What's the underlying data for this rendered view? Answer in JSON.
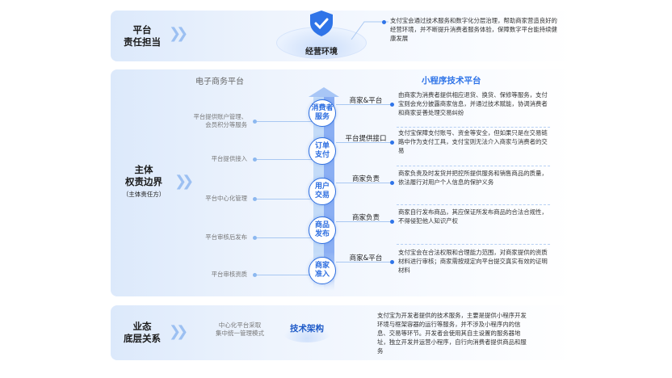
{
  "top": {
    "label_line1": "平台",
    "label_line2": "责任担当",
    "center_title": "经营环境",
    "description": "支付宝会通过技术服务和数字化分层治理，帮助商家营造良好的经营环境，并不断提升消费者服务体验，保障数字平台能持续健康发展"
  },
  "middle": {
    "label_line1": "主体",
    "label_line2": "权责边界",
    "label_sub": "（主体责任方）",
    "left_title": "电子商务平台",
    "right_title": "小程序技术平台",
    "rows": [
      {
        "left": "平台提供账户管理、会员积分等服务",
        "node_line1": "消费者",
        "node_line2": "服务",
        "role": "商家&平台",
        "desc": "由商家为消费者提供相应退货、换货、保修等服务，支付宝则会充分披露商家信息，并通过技术赋能，协调消费者和商家妥善处理交易纠纷"
      },
      {
        "left": "平台提供接入",
        "node_line1": "订单",
        "node_line2": "支付",
        "role": "平台提供接口",
        "desc": "支付宝保障支付账号、资金等安全，但如果只是在交易链路中作为支付工具，支付宝则无法介入商家与消费者的交易"
      },
      {
        "left": "平台中心化管理",
        "node_line1": "用户",
        "node_line2": "交易",
        "role": "商家负责",
        "desc": "商家负责及时发货并把控所提供服务和销售商品的质量，依法履行对用户个人信息的保护义务"
      },
      {
        "left": "平台审核后发布",
        "node_line1": "商品",
        "node_line2": "发布",
        "role": "商家负责",
        "desc": "商家自行发布商品，其应保证所发布商品的合法合规性，不得侵犯他人知识产权"
      },
      {
        "left": "平台审核资质",
        "node_line1": "商家",
        "node_line2": "准入",
        "role": "商家&平台",
        "desc": "支付宝会在合法权限和合理能力范围，对商家提供的资质材料进行审核；商家需按规定向平台提交真实有效的证明材料"
      }
    ]
  },
  "bottom": {
    "label_line1": "业态",
    "label_line2": "底层关系",
    "left_line1": "中心化平台采取",
    "left_line2": "集中统一管理模式",
    "center_title": "技术架构",
    "description": "支付宝为开发者提供的技术服务，主要是提供小程序开发环境与框架容器的运行等服务，并不涉及小程序内的信息、交易等环节。开发者会使用其自主设置的服务器地址，独立开发并运营小程序，自行向消费者提供商品和服务"
  },
  "colors": {
    "accent": "#2f6fe0",
    "panel": "#e6effc"
  }
}
